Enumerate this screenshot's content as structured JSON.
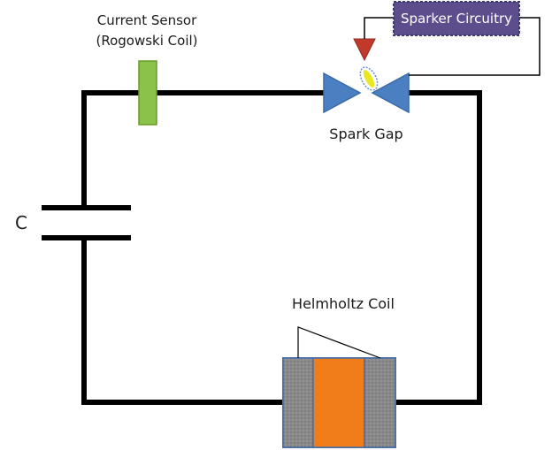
{
  "labels": {
    "current_sensor_line1": "Current Sensor",
    "current_sensor_line2": "(Rogowski Coil)",
    "sparker_circuitry": "Sparker Circuitry",
    "spark_gap": "Spark Gap",
    "capacitor": "C",
    "helmholtz_coil": "Helmholtz Coil"
  },
  "colors": {
    "wire": "#000000",
    "rogowski_coil": "#8bc34a",
    "spark_gap_electrode": "#4a7fc1",
    "sparker_box_fill": "#5e4d8c",
    "sparker_box_border": "#3a3a6a",
    "trigger_marker": "#c0392b",
    "spark": "#e8e820",
    "coil_winding": "#f07d1a",
    "coil_core": "#8a8a8a"
  }
}
